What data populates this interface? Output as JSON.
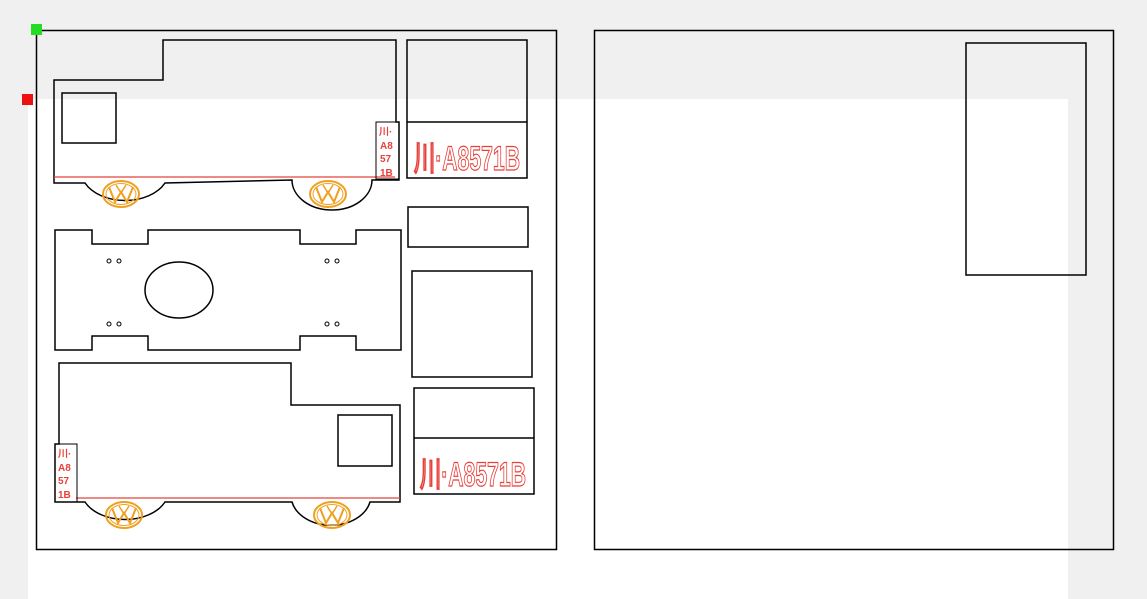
{
  "colors": {
    "background": "#f0f0f0",
    "workspace": "#ffffff",
    "outline": "#000000",
    "engraving": "#e8413b",
    "logo": "#f0a020",
    "handle_origin": "#22dd22",
    "handle_selected": "#ee1111"
  },
  "plates": {
    "front_plate": "川·A8571B",
    "rear_plate": "川·A8571B",
    "side_plate_right": [
      "川·",
      "A8",
      "57",
      "1B"
    ],
    "side_plate_left": [
      "川·",
      "A8",
      "57",
      "1B"
    ]
  },
  "icons": {
    "logo": "vw-logo-icon",
    "origin_handle": "origin-handle-icon",
    "selection_handle": "selection-handle-icon"
  }
}
